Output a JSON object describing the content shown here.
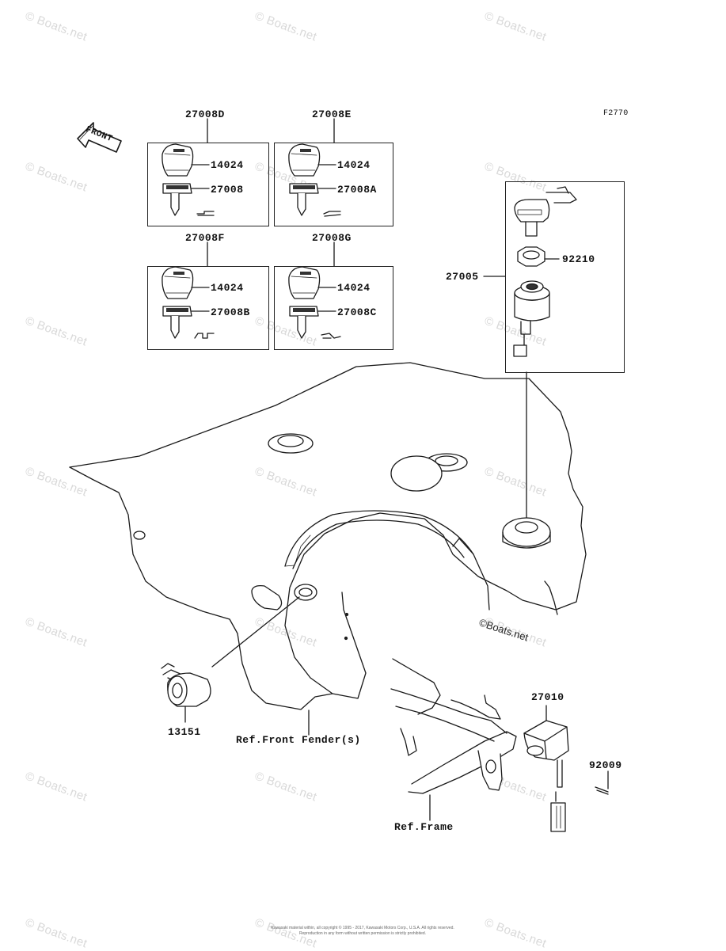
{
  "figure_code": "F2770",
  "front_label": "FRONT",
  "watermark": "© Boats.net",
  "boxes": [
    {
      "assembly": "27008D",
      "head_part": "14024",
      "key_part": "27008"
    },
    {
      "assembly": "27008E",
      "head_part": "14024",
      "key_part": "27008A"
    },
    {
      "assembly": "27008F",
      "head_part": "14024",
      "key_part": "27008B"
    },
    {
      "assembly": "27008G",
      "head_part": "14024",
      "key_part": "27008C"
    }
  ],
  "ignition_switch": {
    "assembly": "27005",
    "nut": "92210"
  },
  "parts": {
    "p13151": "13151",
    "p27010": "27010",
    "p92009": "92009"
  },
  "refs": {
    "front_fender": "Ref.Front Fender(s)",
    "frame": "Ref.Frame"
  },
  "inline_logo": "©Boats.net",
  "copyright_line1": "Kawasaki material within, all copyright © 1995 - 2017, Kawasaki Motors Corp., U.S.A. All rights reserved.",
  "copyright_line2": "Reproduction in any form without written permission is strictly prohibited."
}
